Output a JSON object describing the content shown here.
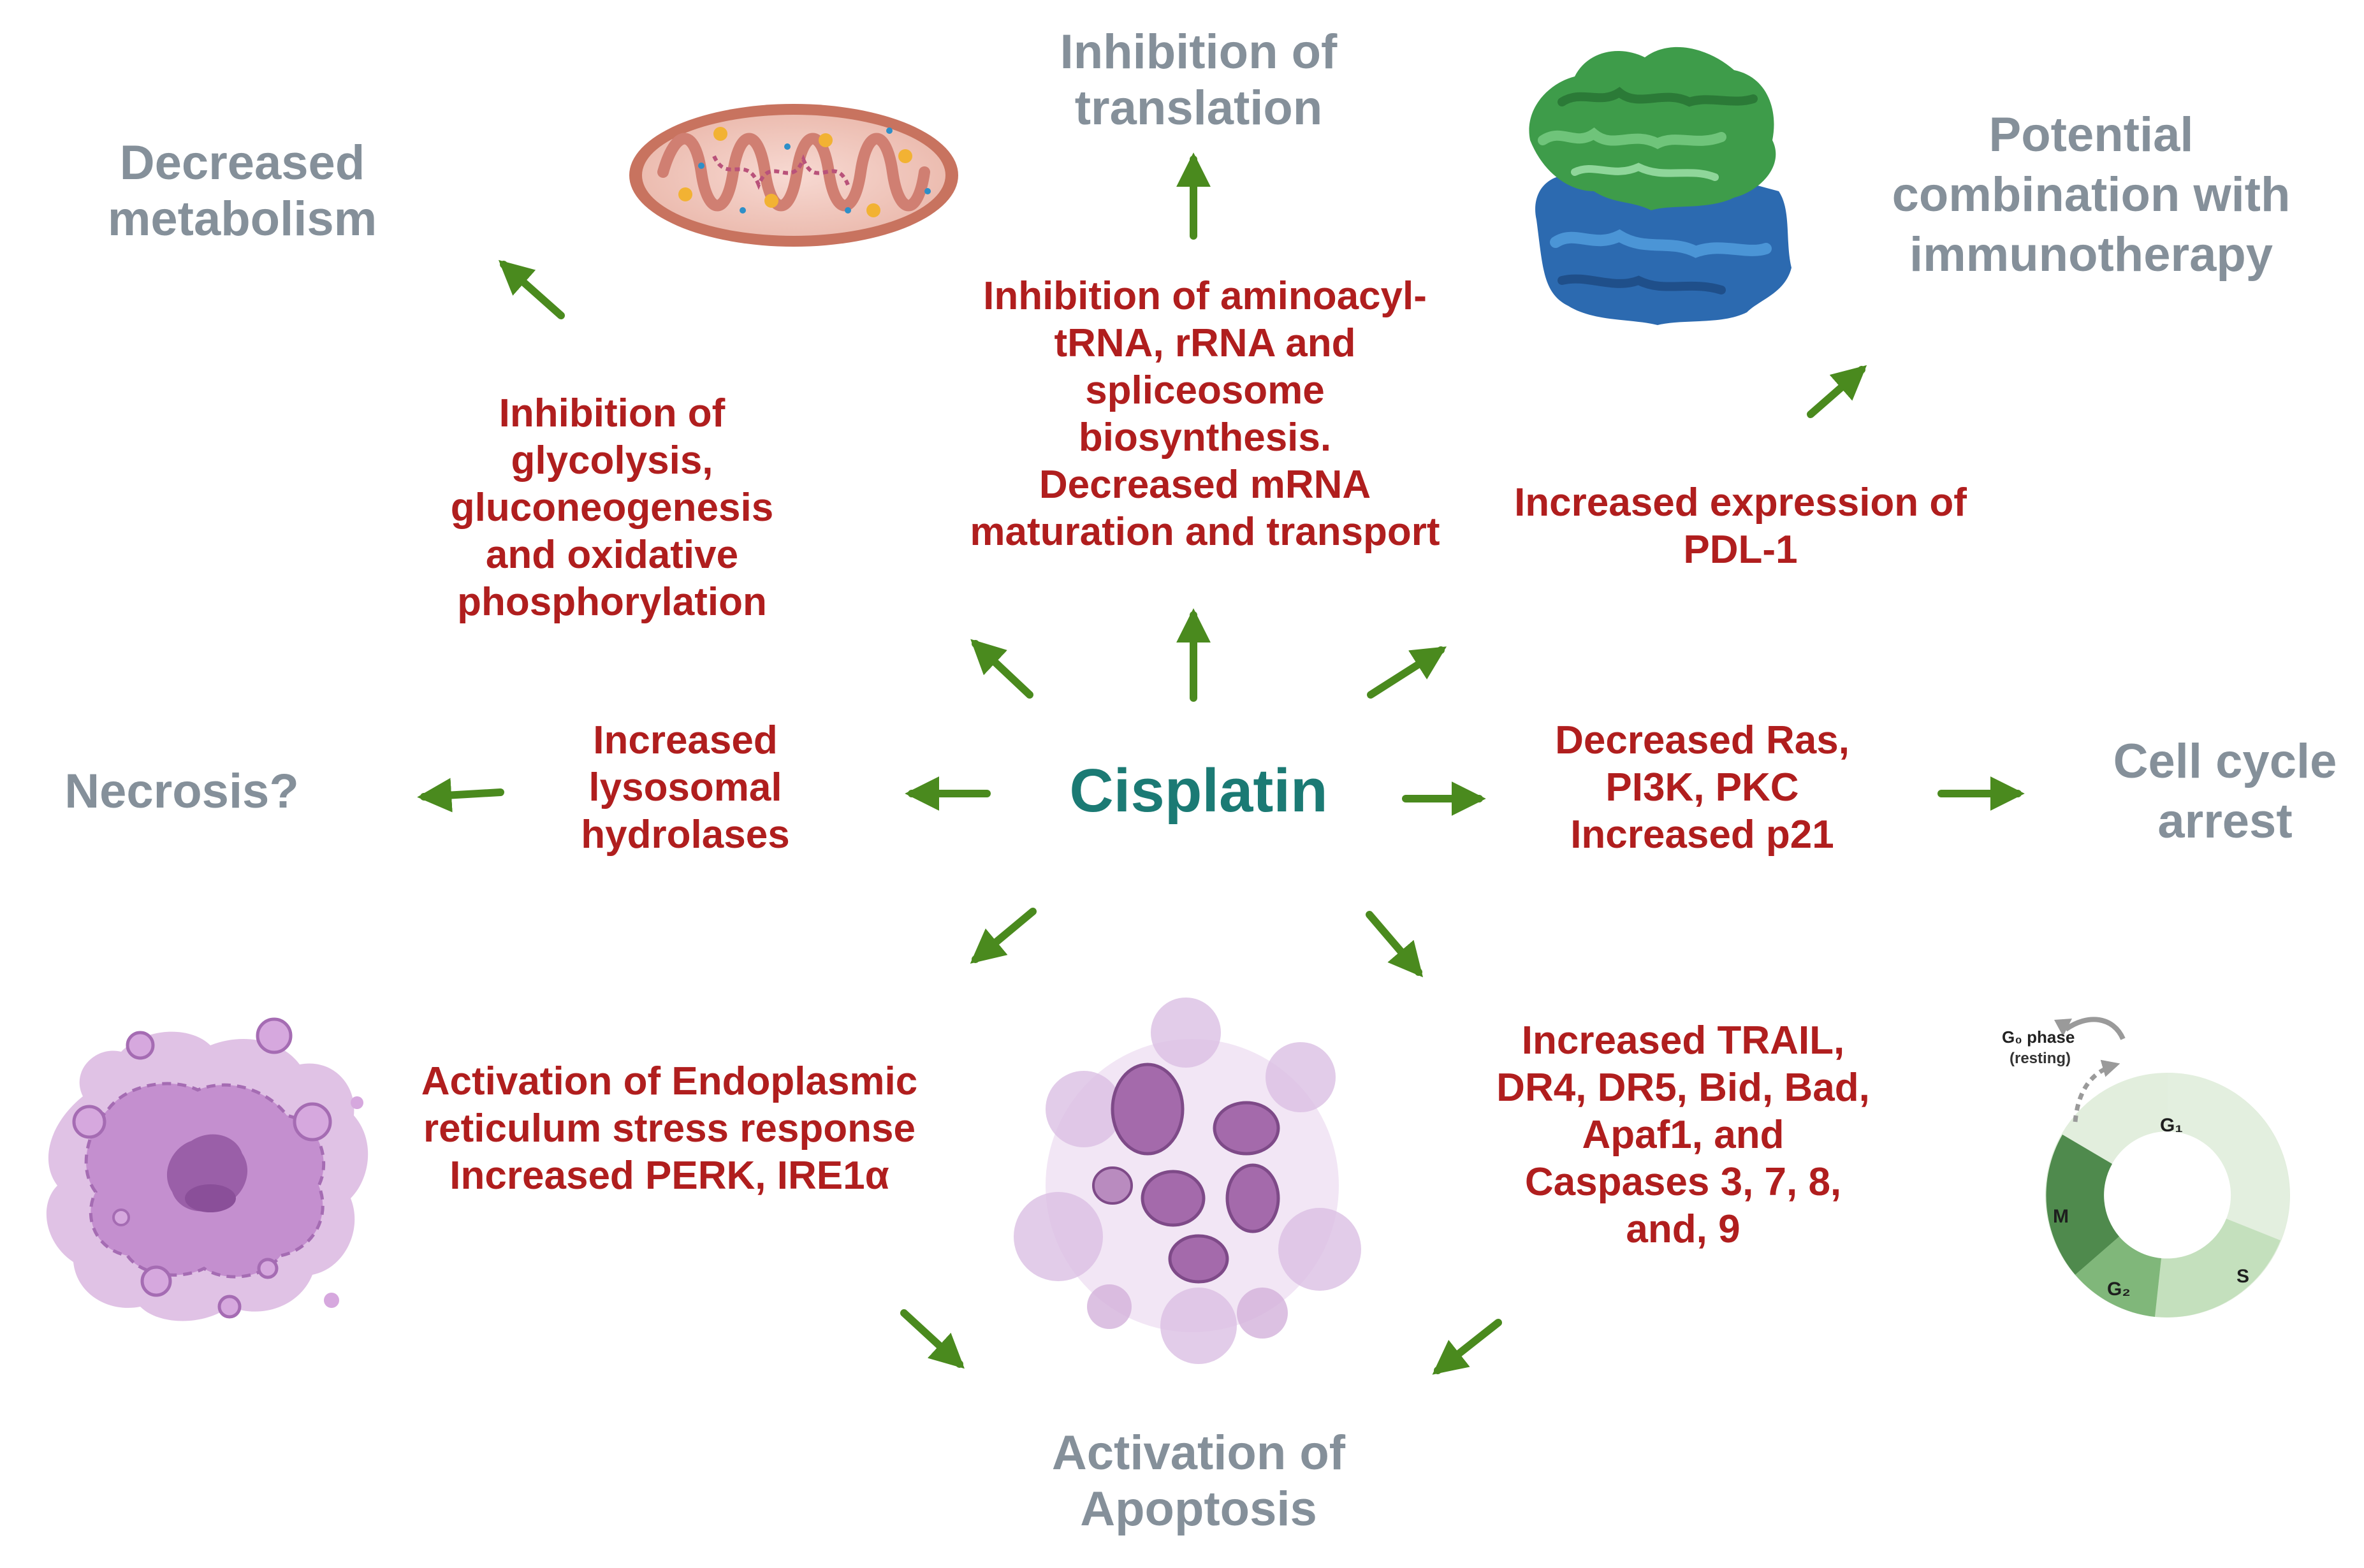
{
  "center": {
    "label": "Cisplatin"
  },
  "outcomes": {
    "metabolism": [
      "Decreased",
      "metabolism"
    ],
    "translation": [
      "Inhibition of",
      "translation"
    ],
    "immunotherapy": [
      "Potential",
      "combination with",
      "immunotherapy"
    ],
    "necrosis": [
      "Necrosis?"
    ],
    "cell_cycle": [
      "Cell cycle",
      "arrest"
    ],
    "apoptosis": [
      "Activation of",
      "Apoptosis"
    ]
  },
  "mechanisms": {
    "glycolysis": [
      "Inhibition of",
      "glycolysis,",
      "gluconeogenesis",
      "and oxidative",
      "phosphorylation"
    ],
    "trna": [
      "Inhibition of aminoacyl-",
      "tRNA, rRNA and",
      "spliceosome",
      "biosynthesis.",
      "Decreased mRNA",
      "maturation and transport"
    ],
    "pdl1": [
      "Increased expression of",
      "PDL-1"
    ],
    "lysosomal": [
      "Increased",
      "lysosomal",
      "hydrolases"
    ],
    "ras": [
      "Decreased Ras,",
      "PI3K, PKC",
      "Increased p21"
    ],
    "er_stress": [
      "Activation of Endoplasmic",
      "reticulum stress response",
      "Increased PERK, IRE1α"
    ],
    "trail": [
      "Increased TRAIL,",
      "DR4, DR5, Bid, Bad,",
      "Apaf1, and",
      "Caspases 3, 7, 8,",
      "and, 9"
    ]
  },
  "cell_cycle_diagram": {
    "g0": "G₀ phase",
    "g0_note": "(resting)",
    "phases": [
      "G₁",
      "S",
      "G₂",
      "M"
    ]
  },
  "colors": {
    "arrow": "#4a8a1e",
    "mechanism_text": "#b01e1e",
    "outcome_text": "#85909a",
    "center_text": "#1b7a74",
    "mitochondrion": "#d99181",
    "protein_top": "#3fa34d",
    "protein_bottom": "#2f6fb5",
    "cell_purple": "#c99ad0"
  }
}
